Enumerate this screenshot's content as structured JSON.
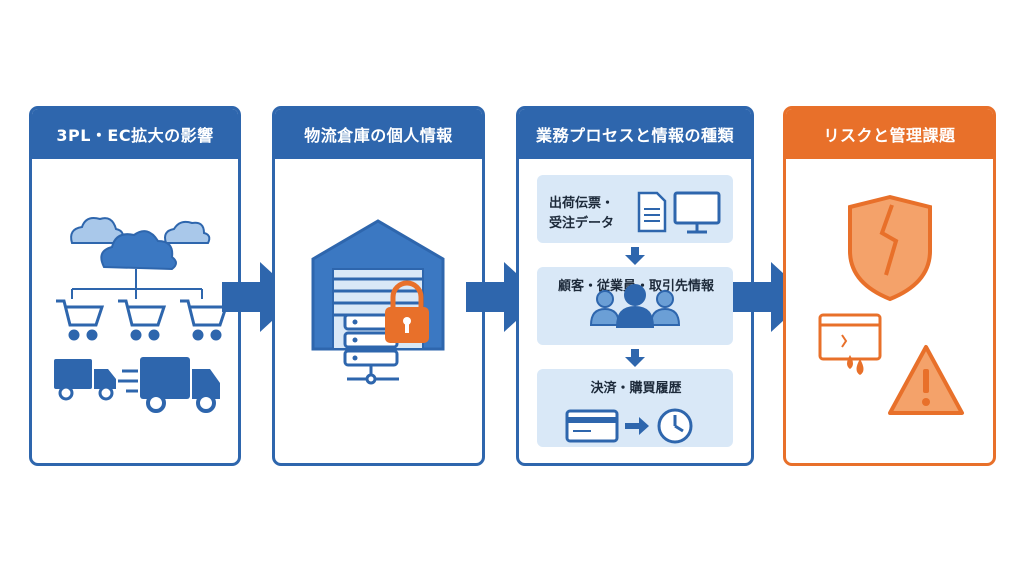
{
  "panels": [
    {
      "title": "3PL・EC拡大の影響"
    },
    {
      "title": "物流倉庫の個人情報"
    },
    {
      "title": "業務プロセスと情報の種類",
      "steps": [
        {
          "line1": "出荷伝票・",
          "line2": "受注データ"
        },
        {
          "label": "顧客・従業員・取引先情報"
        },
        {
          "label": "決済・購買履歴"
        }
      ]
    },
    {
      "title": "リスクと管理課題"
    }
  ],
  "colors": {
    "blue": "#2e66ad",
    "light_blue": "#d9e8f7",
    "orange": "#e8702a",
    "light_orange": "#f4a26a"
  }
}
